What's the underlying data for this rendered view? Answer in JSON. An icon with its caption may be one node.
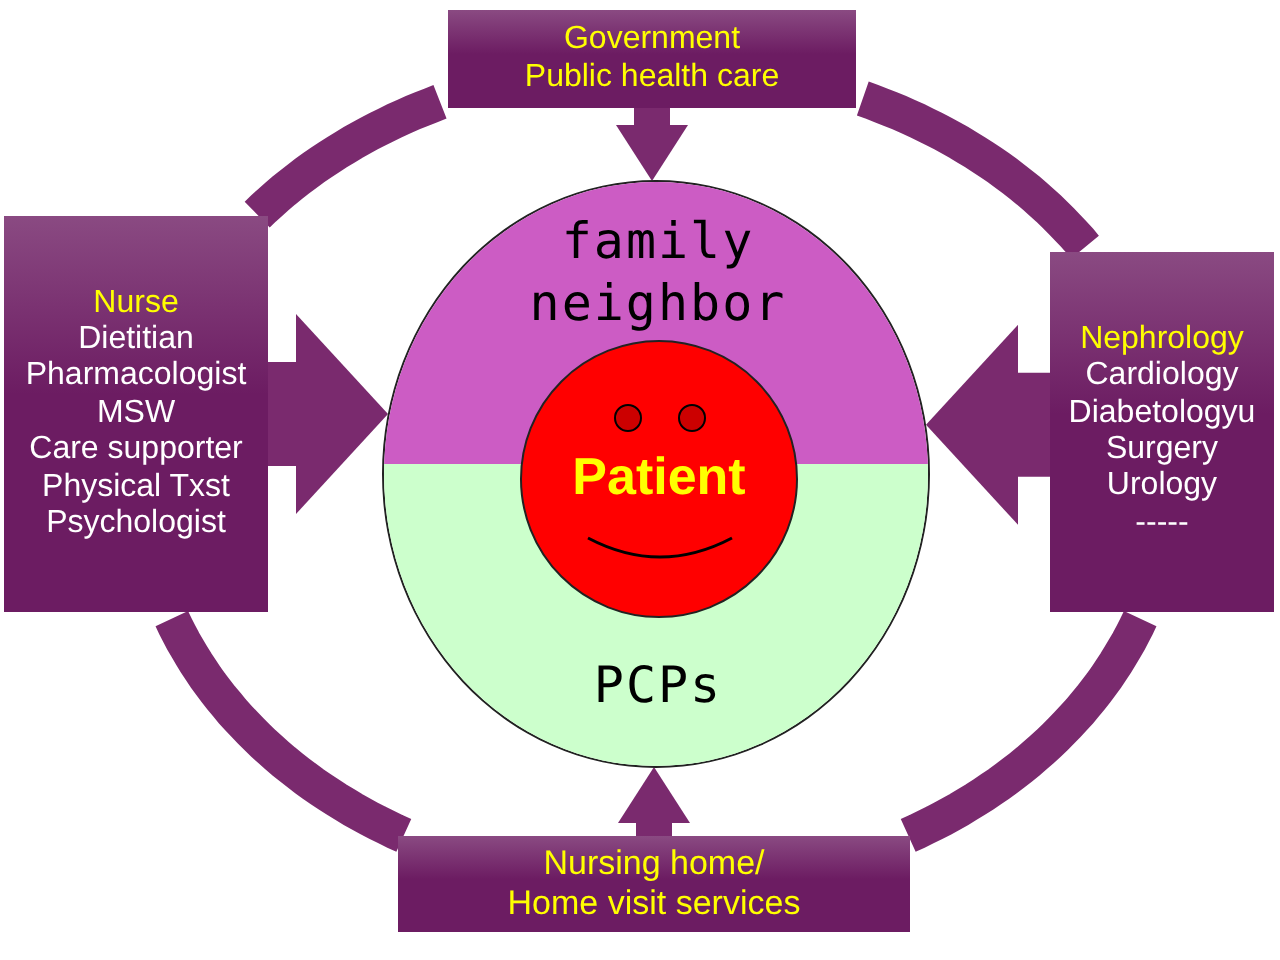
{
  "diagram": {
    "nodes": [
      {
        "text": [
          "Government",
          "Public health care"
        ]
      },
      {
        "text": [
          "Nurse",
          "Dietitian",
          "Pharmacologist",
          "MSW",
          "Care supporter",
          "Physical Txst",
          "Psychologist"
        ]
      },
      {
        "text": [
          "Nephrology",
          "Cardiology",
          "Diabetologyu",
          "Surgery",
          "Urology",
          "-----"
        ]
      },
      {
        "text": [
          "Nursing home/ Home visit services"
        ]
      },
      {
        "text": [],
        "shape": "circle"
      },
      {
        "text": [
          "family neighbor"
        ],
        "in": 4
      },
      {
        "text": [
          "PCPs"
        ],
        "in": 4
      },
      {
        "text": [
          "Patient"
        ],
        "in": 4
      }
    ],
    "edges": [
      {
        "from": 0,
        "to": 4,
        "arrow": "to"
      },
      {
        "from": 1,
        "to": 4,
        "arrow": "to",
        "style": "thick"
      },
      {
        "from": 2,
        "to": 4,
        "arrow": "to",
        "style": "thick"
      },
      {
        "from": 3,
        "to": 4,
        "arrow": "to"
      },
      {
        "from": 0,
        "to": 1,
        "arrow": "none"
      },
      {
        "from": 0,
        "to": 2,
        "arrow": "none"
      },
      {
        "from": 2,
        "to": 3,
        "arrow": "none"
      },
      {
        "from": 3,
        "to": 1,
        "arrow": "none"
      }
    ]
  }
}
